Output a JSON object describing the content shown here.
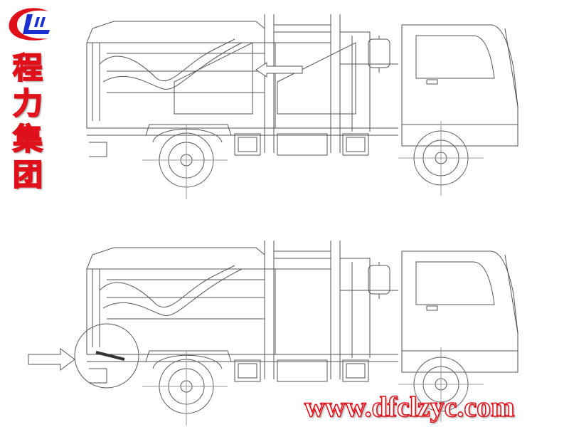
{
  "brand": {
    "logo_text": "CLW",
    "chars": [
      "程",
      "力",
      "集",
      "团"
    ]
  },
  "website": "www.dfclzyc.com",
  "colors": {
    "brand_red": "#e0101a",
    "brand_blue": "#1a2fd0",
    "line": "#555555"
  }
}
